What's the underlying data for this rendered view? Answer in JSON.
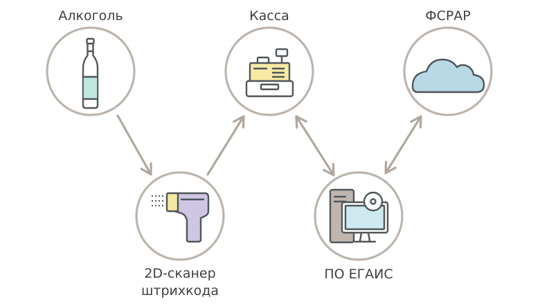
{
  "nodes": {
    "alcohol": {
      "label": "Алкоголь",
      "icon": "bottle-icon"
    },
    "cashier": {
      "label": "Касса",
      "icon": "cash-register-icon"
    },
    "fsrar": {
      "label": "ФСРАР",
      "icon": "cloud-icon"
    },
    "scanner": {
      "label_line1": "2D-сканер",
      "label_line2": "штрихкода",
      "icon": "barcode-scanner-icon"
    },
    "egais": {
      "label": "ПО ЕГАИС",
      "icon": "computer-icon"
    }
  },
  "edges": [
    {
      "from": "alcohol",
      "to": "scanner",
      "direction": "one-way"
    },
    {
      "from": "scanner",
      "to": "cashier",
      "direction": "one-way"
    },
    {
      "from": "cashier",
      "to": "egais",
      "direction": "two-way"
    },
    {
      "from": "egais",
      "to": "fsrar",
      "direction": "two-way"
    }
  ],
  "colors": {
    "circle_stroke": "#bcb4ac",
    "arrow": "#b0a79e",
    "outline": "#4f5559",
    "label_text": "#3f3f3f",
    "bottle_liquid": "#bfe6df",
    "register_body": "#f8eaa4",
    "cloud_fill": "#b8d8e6",
    "scanner_fill": "#cfc6e3",
    "scanner_tip": "#f3e9a0",
    "monitor_fill": "#cfe9f0",
    "tower_fill": "#c0b6ae"
  }
}
